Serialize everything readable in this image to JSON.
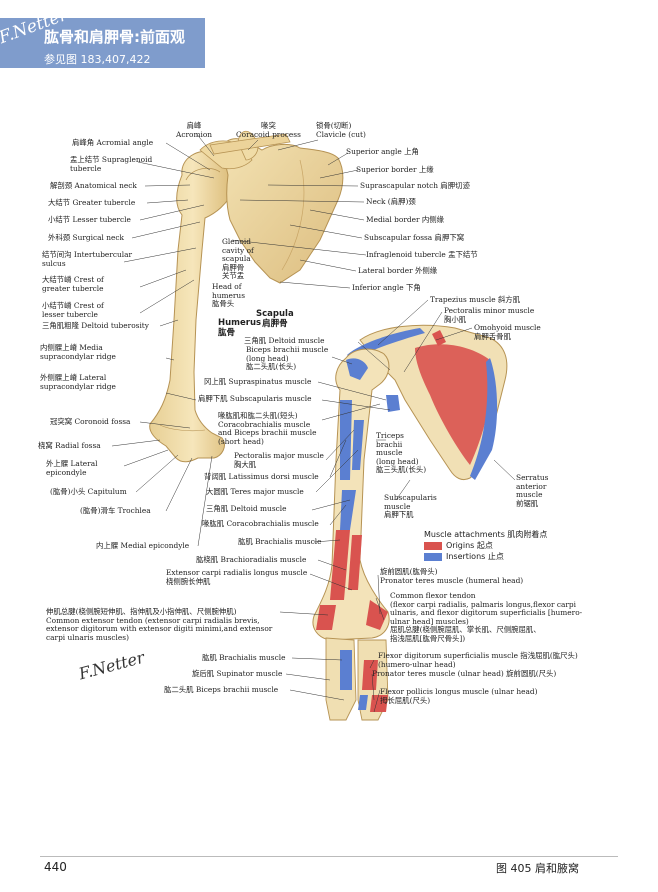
{
  "header": {
    "title": "肱骨和肩胛骨:前面观",
    "see_also": "参见图 183,407,422",
    "logo_signature": "F.Netter"
  },
  "labels": {
    "acromion": "肩峰\nAcromion",
    "coracoid": "喙突\nCoracoid process",
    "clavicle": "锁骨(切断)\nClavicle (cut)",
    "acromial_angle": "肩峰角 Acromial angle",
    "supraglenoid": "盂上结节 Supraglenoid\ntubercle",
    "anatomical_neck": "解剖颈 Anatomical neck",
    "greater_tubercle": "大结节 Greater tubercle",
    "lesser_tubercle": "小结节 Lesser tubercle",
    "surgical_neck": "外科颈 Surgical neck",
    "intertubercular": "结节间沟 Intertubercular\nsulcus",
    "crest_greater": "大结节嵴 Crest of\ngreater tubercle",
    "crest_lesser": "小结节嵴 Crest of\nlesser tubercle",
    "deltoid_tuberosity": "三角肌粗隆 Deltoid tuberosity",
    "medial_supracondylar": "内侧髁上嵴 Media\nsupracondylar ridge",
    "lateral_supracondylar": "外侧髁上嵴 Lateral\nsupracondylar ridge",
    "coronoid_fossa": "冠突窝 Coronoid fossa",
    "radial_fossa": "桡窝 Radial fossa",
    "lateral_epicondyle": "外上髁 Lateral\nepicondyle",
    "capitulum": "(肱骨)小头 Capitulum",
    "trochlea": "(肱骨)滑车 Trochlea",
    "medial_epicondyle": "内上髁 Medial epicondyle",
    "superior_angle": "Superior angle 上角",
    "superior_border": "Superior border 上缘",
    "suprascapular_notch": "Suprascapular notch 肩胛切迹",
    "neck_scapula": "Neck (肩胛)颈",
    "medial_border": "Medial border 内侧缘",
    "subscapular_fossa": "Subscapular fossa 肩胛下窝",
    "infraglenoid": "Infraglenoid tubercle 盂下结节",
    "lateral_border": "Lateral border 外侧缘",
    "inferior_angle": "Inferior angle 下角",
    "glenoid": "Glenoid\ncavity of\nscapula\n肩胛骨\n关节盂",
    "head_humerus": "Head of\nhumerus\n肱骨头",
    "humerus": "Humerus\n肱骨",
    "scapula": "Scapula\n肩胛骨"
  },
  "muscles": {
    "trapezius": "Trapezius muscle 斜方肌",
    "pectoralis_minor": "Pectoralis minor muscle\n胸小肌",
    "omohyoid": "Omohyoid muscle\n肩胛舌骨肌",
    "deltoid_top": "三角肌 Deltoid muscle",
    "biceps_long": "Biceps brachii muscle\n(long head)\n肱二头肌(长头)",
    "supraspinatus": "冈上肌 Supraspinatus muscle",
    "subscapularis_left": "肩胛下肌 Subscapularis muscle",
    "coracobrachialis_biceps": "喙肱肌和肱二头肌(短头)\nCoracobrachialis muscle\nand Biceps brachii muscle\n(short head)",
    "pectoralis_major": "Pectoralis major muscle\n胸大肌",
    "latissimus": "背阔肌 Latissimus dorsi muscle",
    "teres_major": "大圆肌 Teres major muscle",
    "deltoid_mid": "三角肌 Deltoid muscle",
    "coracobrachialis": "喙肱肌 Coracobrachialis muscle",
    "brachialis_upper": "肱肌 Brachialis muscle",
    "brachioradialis": "肱桡肌 Brachioradialis muscle",
    "ecrl": "Extensor carpi radialis longus muscle\n桡侧腕长伸肌",
    "common_extensor": "伸肌总腱(桡侧腕短伸肌、指伸肌及小指伸肌、尺侧腕伸肌)\nCommon extensor tendon (extensor carpi radialis brevis,\nextensor digitorum with extensor digiti minimi,and extensor\ncarpi ulnaris muscles)",
    "brachialis_lower": "肱肌 Brachialis muscle",
    "supinator": "旋后肌 Supinator muscle",
    "biceps_lower": "肱二头肌 Biceps brachii muscle",
    "triceps": "Triceps\nbrachii\nmuscle\n(long head)\n肱三头肌(长头)",
    "subscapularis_right": "Subscapularis\nmuscle\n肩胛下肌",
    "serratus": "Serratus\nanterior\nmuscle\n前锯肌",
    "pronator_humeral": "旋前圆肌(肱骨头)\nPronator teres muscle (humeral head)",
    "common_flexor": "Common flexor tendon\n(flexor carpi radialis, palmaris longus,flexor carpi\nulnaris, and flexor digitorum superficialis [humero-\nulnar head] muscles)\n屈肌总腱(桡侧腕屈肌、掌长肌、尺侧腕屈肌、\n指浅屈肌[肱骨尺骨头])",
    "fds": "Flexor digitorum superficialis muscle 指浅屈肌(肱尺头)\n(humero-ulnar head)",
    "pronator_ulnar": "Pronator teres muscle (ulnar head) 旋前圆肌(尺头)",
    "fpl": "Flexor pollicis longus muscle (ulnar head)\n拇长屈肌(尺头)"
  },
  "legend": {
    "title": "Muscle attachments 肌肉附着点",
    "origins": "Origins 起点",
    "insertions": "Insertions 止点",
    "origin_color": "#d9534f",
    "insertion_color": "#5b7fd1"
  },
  "signature_bottom": "F.Netter",
  "footer": {
    "page_number": "440",
    "caption": "图 405   肩和腋窝"
  }
}
